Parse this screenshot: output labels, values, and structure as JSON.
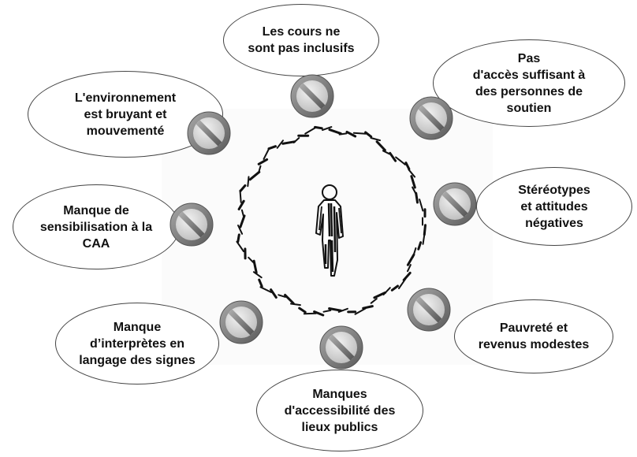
{
  "barriers": [
    {
      "id": "cours",
      "label": "Les cours ne\nsont pas inclusifs",
      "icon": "prohibited-icon"
    },
    {
      "id": "acces",
      "label": "Pas\nd'accès suffisant à\ndes personnes de\nsoutien",
      "icon": "prohibited-icon"
    },
    {
      "id": "stereotypes",
      "label": "Stéréotypes\net attitudes\nnégatives",
      "icon": "prohibited-icon"
    },
    {
      "id": "pauvrete",
      "label": "Pauvreté et\nrevenus modestes",
      "icon": "prohibited-icon"
    },
    {
      "id": "accessibilite",
      "label": "Manques\nd'accessibilité des\nlieux publics",
      "icon": "prohibited-icon"
    },
    {
      "id": "interpretes",
      "label": "Manque\nd’interprètes en\nlangage des signes",
      "icon": "prohibited-icon"
    },
    {
      "id": "sensibilisation",
      "label": "Manque de\nsensibilisation à la\nCAA",
      "icon": "prohibited-icon"
    },
    {
      "id": "environnement",
      "label": "L'environnement\nest bruyant et\nmouvementé",
      "icon": "prohibited-icon"
    }
  ],
  "center": {
    "icon": "person-figure-icon"
  },
  "colors": {
    "bubble_border": "#444444",
    "icon_ring": "#8c8c8c",
    "icon_fill": "#d9d9d9"
  }
}
